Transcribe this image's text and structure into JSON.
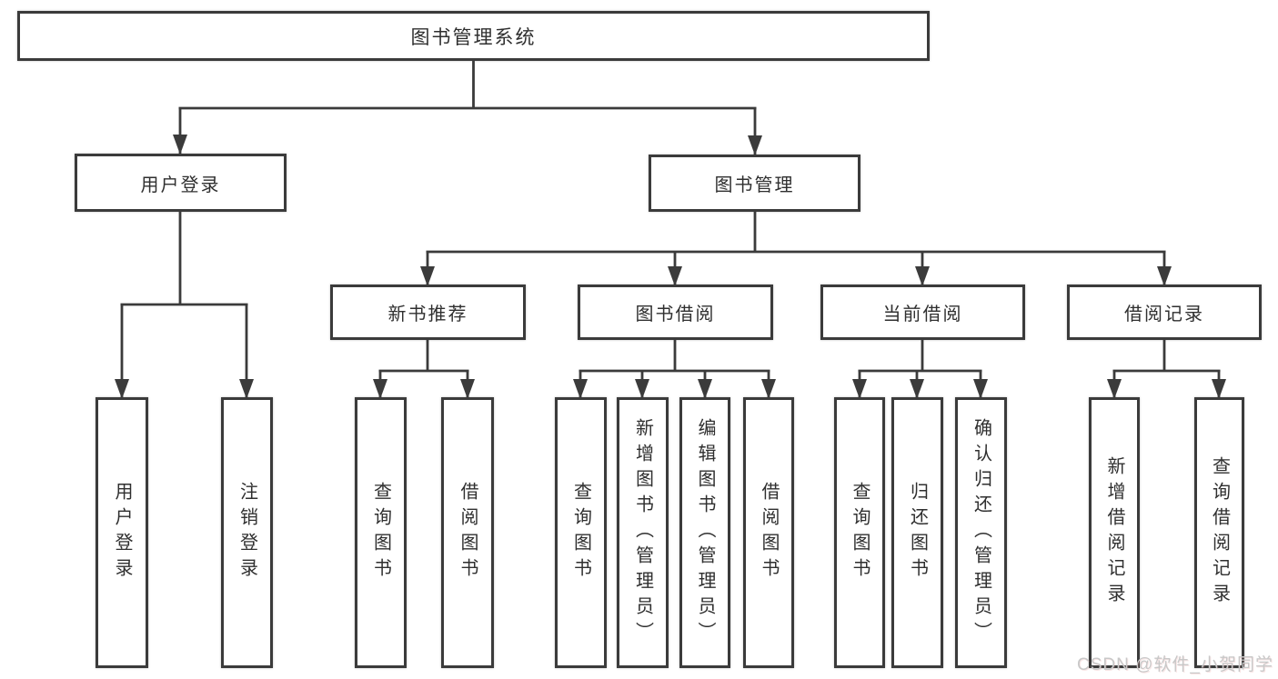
{
  "colors": {
    "line": "#3b3b3b",
    "text": "#2f2f2f",
    "box_background": "#ffffff",
    "watermark": "#c8c8c8",
    "background": "#ffffff"
  },
  "nodes": {
    "root": "图书管理系统",
    "user_login": "用户登录",
    "book_management": "图书管理",
    "new_book_recommend": "新书推荐",
    "book_borrow": "图书借阅",
    "current_borrow": "当前借阅",
    "borrow_records": "借阅记录",
    "leaf_user_login": "用户登录",
    "leaf_logout": "注销登录",
    "leaf_recommend_query_books": "查询图书",
    "leaf_recommend_borrow_books": "借阅图书",
    "leaf_borrow_query_books": "查询图书",
    "leaf_borrow_add_books_admin": "新增图书（管理员）",
    "leaf_borrow_edit_books_admin": "编辑图书（管理员）",
    "leaf_borrow_borrow_books": "借阅图书",
    "leaf_current_query_books": "查询图书",
    "leaf_current_return_books": "归还图书",
    "leaf_current_confirm_return_admin": "确认归还（管理员）",
    "leaf_records_add_record": "新增借阅记录",
    "leaf_records_query_record": "查询借阅记录"
  },
  "watermark": {
    "text": "CSDN @软件_小贺同学"
  }
}
